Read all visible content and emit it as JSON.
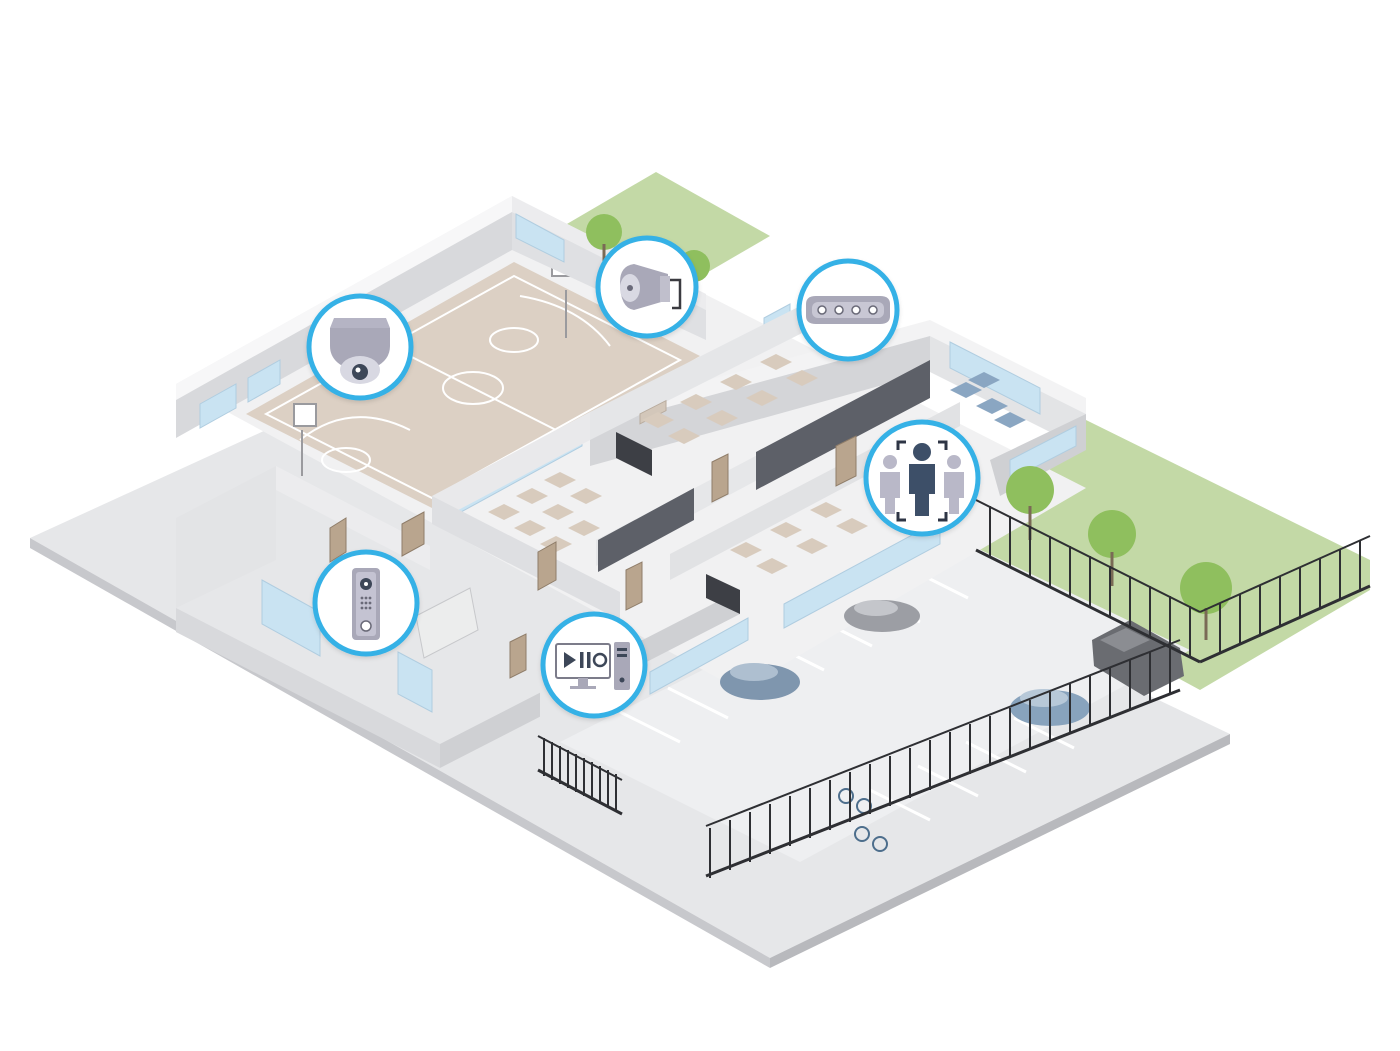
{
  "scene": {
    "description_visible_text": "",
    "colors": {
      "accent_ring": "#36b1e6",
      "lawn": "#c3d9a6",
      "court_floor": "#dcd0c4",
      "parking_lot": "#eeeff1",
      "ground_slab": "#e6e7e9",
      "wall_top": "#f4f4f5",
      "wall_side": "#d2d3d6",
      "window": "#c9e3f2",
      "fence": "#2e2f33",
      "tree": "#8fbf5e",
      "device_grey": "#a9a8b8",
      "person_dark": "#3d5068"
    }
  },
  "hotspots": [
    {
      "name": "ptz-dome-camera-hotspot",
      "icon": "dome-camera-icon"
    },
    {
      "name": "horn-speaker-hotspot",
      "icon": "horn-speaker-icon"
    },
    {
      "name": "ir-illuminator-hotspot",
      "icon": "ir-illuminator-icon"
    },
    {
      "name": "people-counting-hotspot",
      "icon": "people-counting-icon"
    },
    {
      "name": "door-station-hotspot",
      "icon": "intercom-icon"
    },
    {
      "name": "video-management-hotspot",
      "icon": "video-workstation-icon"
    }
  ]
}
